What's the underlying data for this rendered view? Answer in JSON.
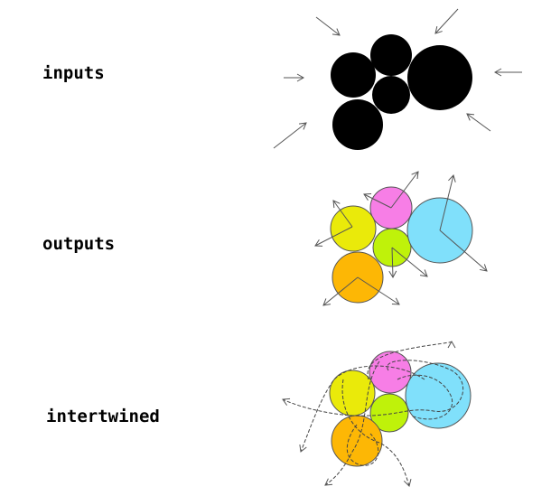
{
  "labels": {
    "inputs": "inputs",
    "outputs": "outputs",
    "intertwined": "intertwined"
  },
  "colors": {
    "input_circle": "#000000",
    "pink": "#f77ee6",
    "yellow": "#eaea0a",
    "lime": "#bff20a",
    "cyan": "#80e0fb",
    "orange": "#fdb705",
    "arrow": "#555555"
  }
}
